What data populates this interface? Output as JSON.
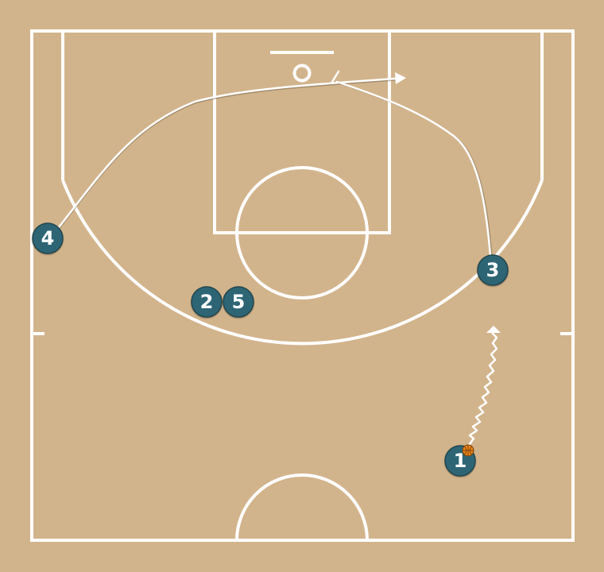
{
  "colors": {
    "court": "#d2b48c",
    "lines": "#ffffff",
    "player_fill": "#2e6574",
    "ball": "#e8861b"
  },
  "players": [
    {
      "id": "p1",
      "label": "1",
      "has_ball": true
    },
    {
      "id": "p2",
      "label": "2"
    },
    {
      "id": "p3",
      "label": "3"
    },
    {
      "id": "p4",
      "label": "4"
    },
    {
      "id": "p5",
      "label": "5"
    }
  ],
  "actions": [
    {
      "type": "dribble",
      "player": "1"
    },
    {
      "type": "cut",
      "player": "3"
    },
    {
      "type": "cut",
      "player": "4"
    }
  ],
  "icons": {
    "ball": "basketball-icon",
    "arrow": "arrowhead-icon"
  }
}
